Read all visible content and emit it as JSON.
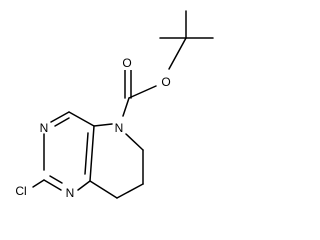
{
  "molecule": {
    "atoms": {
      "n1": "N",
      "n3": "N",
      "n5": "N",
      "o_ester": "O",
      "o_carbonyl": "O",
      "cl": "Cl"
    }
  }
}
